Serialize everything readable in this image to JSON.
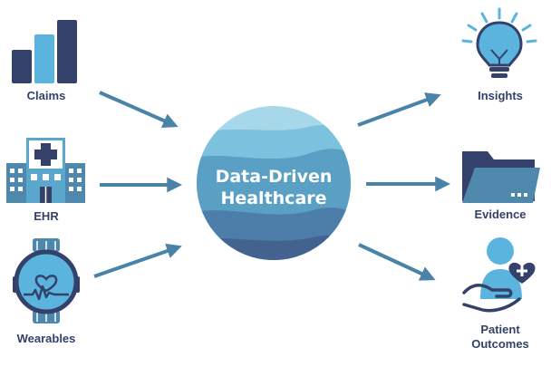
{
  "center": {
    "line1": "Data-Driven",
    "line2": "Healthcare"
  },
  "inputs": [
    {
      "label": "Claims",
      "icon": "bar-chart-icon"
    },
    {
      "label": "EHR",
      "icon": "hospital-icon"
    },
    {
      "label": "Wearables",
      "icon": "smartwatch-heart-icon"
    }
  ],
  "outputs": [
    {
      "label": "Insights",
      "icon": "lightbulb-icon"
    },
    {
      "label": "Evidence",
      "icon": "folder-icon"
    },
    {
      "label_line1": "Patient",
      "label_line2": "Outcomes",
      "icon": "patient-hand-icon"
    }
  ],
  "colors": {
    "navy": "#34426b",
    "mid_blue": "#4e89ad",
    "light_blue": "#5bb4dd",
    "arrow": "#4a83a8"
  }
}
